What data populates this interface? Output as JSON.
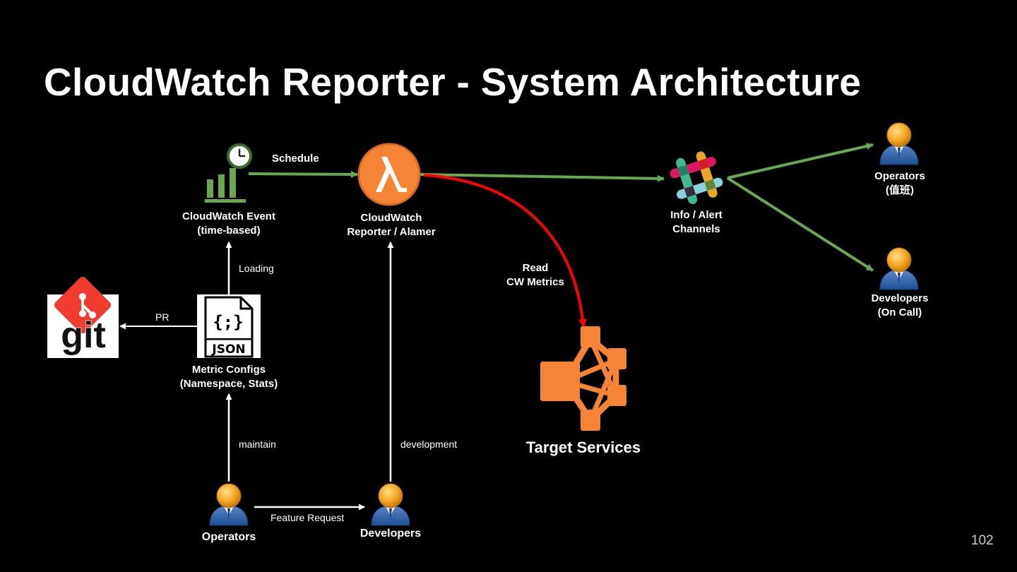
{
  "title": "CloudWatch Reporter - System Architecture",
  "page_number": "102",
  "colors": {
    "background": "#000000",
    "green_arrow": "#6aa84f",
    "red_arrow": "#ff0000",
    "lambda_orange": "#f58534",
    "white_arrow": "#ffffff"
  },
  "nodes": {
    "cw_event": {
      "line1": "CloudWatch Event",
      "line2": "(time-based)",
      "icon": "cloudwatch-event-icon"
    },
    "lambda": {
      "line1": "CloudWatch",
      "line2": "Reporter / Alamer",
      "icon": "lambda-icon"
    },
    "slack": {
      "line1": "Info / Alert",
      "line2": "Channels",
      "icon": "slack-icon"
    },
    "ops_oncall": {
      "line1": "Operators",
      "line2": "(值班)",
      "icon": "person-icon"
    },
    "devs_oncall": {
      "line1": "Developers",
      "line2": "(On Call)",
      "icon": "person-icon"
    },
    "target": {
      "label": "Target Services",
      "icon": "service-network-icon"
    },
    "json": {
      "line1": "Metric Configs",
      "line2": "(Namespace, Stats)",
      "icon": "json-file-icon",
      "badge": "JSON"
    },
    "git": {
      "label": "git",
      "icon": "git-logo-icon"
    },
    "operators": {
      "label": "Operators",
      "icon": "person-icon"
    },
    "developers": {
      "label": "Developers",
      "icon": "person-icon"
    }
  },
  "edges": {
    "schedule": "Schedule",
    "read_line1": "Read",
    "read_line2": "CW Metrics",
    "loading": "Loading",
    "pr": "PR",
    "maintain": "maintain",
    "development": "development",
    "feature_request": "Feature Request"
  }
}
